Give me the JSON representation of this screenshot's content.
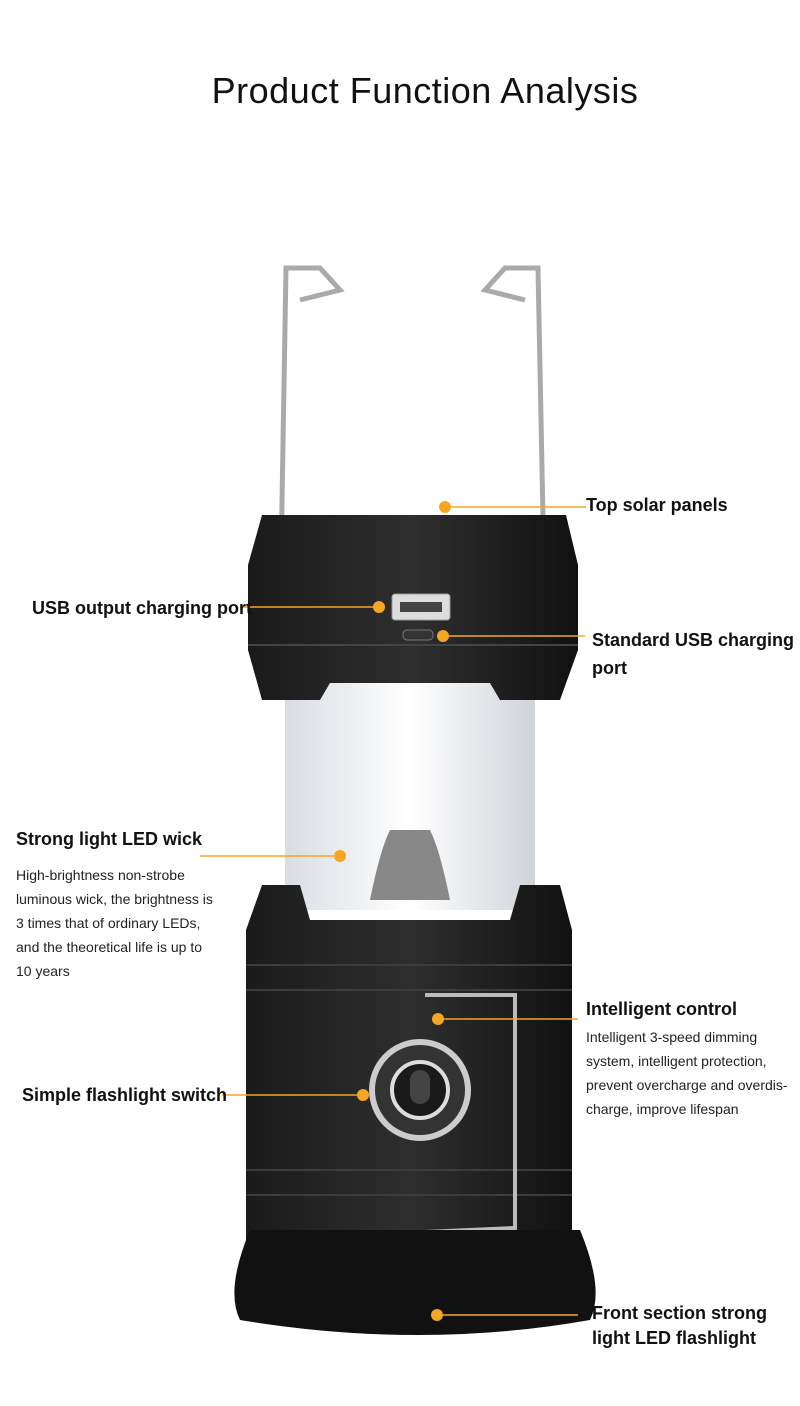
{
  "title": "Product Function Analysis",
  "accent_color": "#f5a623",
  "callouts": {
    "top_solar": {
      "label": "Top solar panels"
    },
    "usb_output": {
      "label": "USB output charging port"
    },
    "usb_charging": {
      "label_line1": "Standard USB charging",
      "label_line2": "port"
    },
    "led_wick": {
      "label": "Strong light LED wick",
      "desc": [
        "High-brightness non-strobe",
        "luminous wick, the brightness is",
        "3 times that of ordinary LEDs,",
        "and the theoretical life is up to",
        "10 years"
      ]
    },
    "intelligent_control": {
      "label": "Intelligent control",
      "desc": [
        "Intelligent 3-speed dimming",
        "system, intelligent protection,",
        "prevent overcharge and overdis-",
        "charge, improve lifespan"
      ]
    },
    "flashlight_switch": {
      "label": "Simple flashlight switch"
    },
    "front_flashlight": {
      "label_line1": "Front section strong",
      "label_line2": "light LED flashlight"
    }
  }
}
